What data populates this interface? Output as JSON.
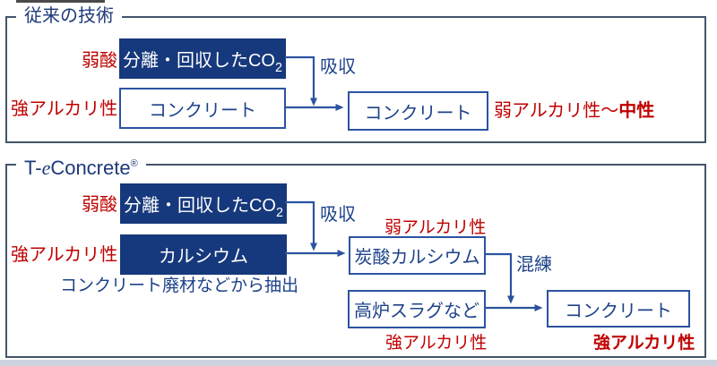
{
  "colors": {
    "navy_fill": "#16387c",
    "box_border_blue": "#2b53a0",
    "text_blue": "#1d4289",
    "title_blue": "#1d3a78",
    "red": "#c00000",
    "section_border": "#44546a"
  },
  "conventional": {
    "title": "従来の技術",
    "weak_acid_label": "弱酸",
    "co2_box_main": "分離・回収したCO",
    "co2_box_sub": "2",
    "absorb_label": "吸収",
    "strong_alkali_label": "強アルカリ性",
    "concrete_box1": "コンクリート",
    "concrete_box2": "コンクリート",
    "result_label_normal": "弱アルカリ性～",
    "result_label_bold": "中性"
  },
  "teconcrete": {
    "title_t": "T-",
    "title_e": "e",
    "title_rest": "Concrete",
    "title_reg": "®",
    "weak_acid_label": "弱酸",
    "co2_box_main": "分離・回収したCO",
    "co2_box_sub": "2",
    "absorb_label": "吸収",
    "strong_alkali_label": "強アルカリ性",
    "calcium_box": "カルシウム",
    "extract_note": "コンクリート廃材などから抽出",
    "weak_alkali_label": "弱アルカリ性",
    "caco3_box": "炭酸カルシウム",
    "mixing_label": "混練",
    "slag_box": "高炉スラグなど",
    "slag_strong_alkali_label": "強アルカリ性",
    "concrete_box": "コンクリート",
    "final_strong_alkali_label": "強アルカリ性"
  }
}
